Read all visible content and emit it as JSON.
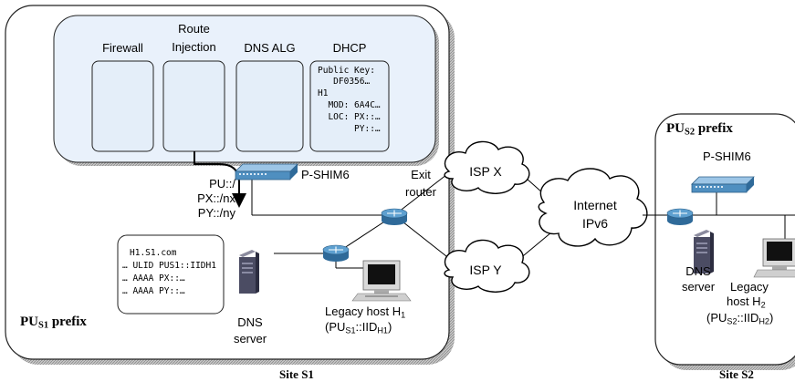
{
  "site1": {
    "caption": "Site S1",
    "prefix": {
      "main": "PU",
      "sub": "S1",
      "tail": " prefix"
    },
    "modules": {
      "firewall": "Firewall",
      "route_injection_line1": "Route",
      "route_injection_line2": "Injection",
      "dns_alg": "DNS ALG",
      "dhcp": "DHCP"
    },
    "dhcp_box": [
      "Public Key:",
      "   DF0356…",
      "H1",
      "  MOD: 6A4C…",
      "  LOC: PX::…",
      "       PY::…"
    ],
    "route_lines": [
      "PU::/",
      "PX::/nx",
      "PY::/ny"
    ],
    "pshim": "P-SHIM6",
    "exit_router": [
      "Exit",
      "router"
    ],
    "dns_box": [
      "H1.S1.com",
      "… ULID PUS1::IIDH1",
      "… AAAA PX::…",
      "… AAAA PY::…"
    ],
    "dns_server": [
      "DNS",
      "server"
    ],
    "legacy_host": {
      "line1_main": "Legacy host H",
      "line1_sub": "1",
      "line2_open": "(PU",
      "line2_sub1": "S1",
      "line2_mid": "::IID",
      "line2_sub2": "H1",
      "line2_close": ")"
    }
  },
  "isp_x": "ISP X",
  "isp_y": "ISP Y",
  "internet": [
    "Internet",
    "IPv6"
  ],
  "site2": {
    "caption": "Site S2",
    "prefix": {
      "main": "PU",
      "sub": "S2",
      "tail": " prefix"
    },
    "pshim": "P-SHIM6",
    "dns_server": [
      "DNS",
      "server"
    ],
    "legacy_host": {
      "line1": "Legacy",
      "line2_main": "host H",
      "line2_sub": "2",
      "line3_open": "(PU",
      "line3_sub1": "S2",
      "line3_mid": "::IID",
      "line3_sub2": "H2",
      "line3_close": ")"
    }
  },
  "colors": {
    "site_border": "#222222",
    "site_shadow": "#9a9a9a",
    "inner_fill": "#e8f0fa",
    "module_fill": "#e6effa",
    "router_fill": "#3a7fb5",
    "switch_fill": "#4f8fc0",
    "cloud_fill": "#ffffff"
  }
}
